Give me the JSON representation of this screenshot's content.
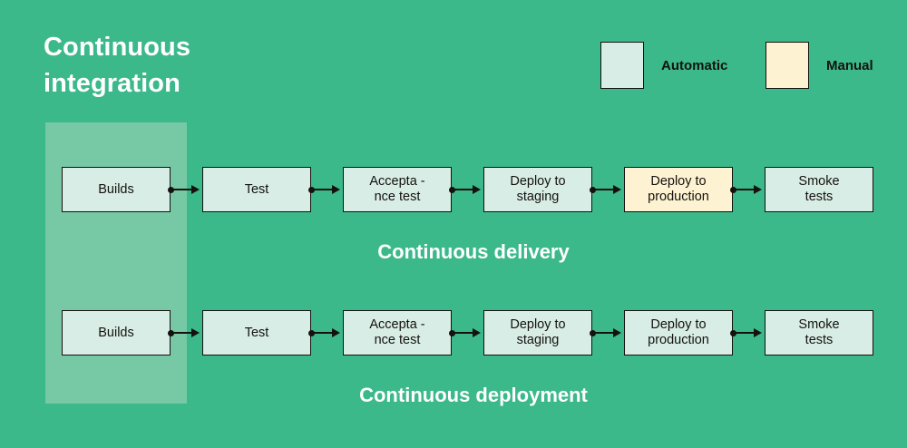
{
  "diagram": {
    "title": "Continuous\nintegration",
    "background_color": "#3bb98a",
    "band_color": "#76c9a4",
    "automatic_color": "#d8ede5",
    "manual_color": "#fdf3d2",
    "stroke_color": "#14110f"
  },
  "legend": {
    "automatic": {
      "label": "Automatic",
      "swatch": "#d8ede5"
    },
    "manual": {
      "label": "Manual",
      "swatch": "#fdf3d2"
    }
  },
  "rows": [
    {
      "section_label": "Continuous delivery",
      "nodes": [
        {
          "label": "Builds",
          "type": "Automatic"
        },
        {
          "label": "Test",
          "type": "Automatic"
        },
        {
          "label": "Accepta -\nnce test",
          "type": "Automatic"
        },
        {
          "label": "Deploy to\nstaging",
          "type": "Automatic"
        },
        {
          "label": "Deploy to\nproduction",
          "type": "Manual"
        },
        {
          "label": "Smoke\ntests",
          "type": "Automatic"
        }
      ]
    },
    {
      "section_label": "Continuous deployment",
      "nodes": [
        {
          "label": "Builds",
          "type": "Automatic"
        },
        {
          "label": "Test",
          "type": "Automatic"
        },
        {
          "label": "Accepta -\nnce test",
          "type": "Automatic"
        },
        {
          "label": "Deploy to\nstaging",
          "type": "Automatic"
        },
        {
          "label": "Deploy to\nproduction",
          "type": "Automatic"
        },
        {
          "label": "Smoke\ntests",
          "type": "Automatic"
        }
      ]
    }
  ]
}
